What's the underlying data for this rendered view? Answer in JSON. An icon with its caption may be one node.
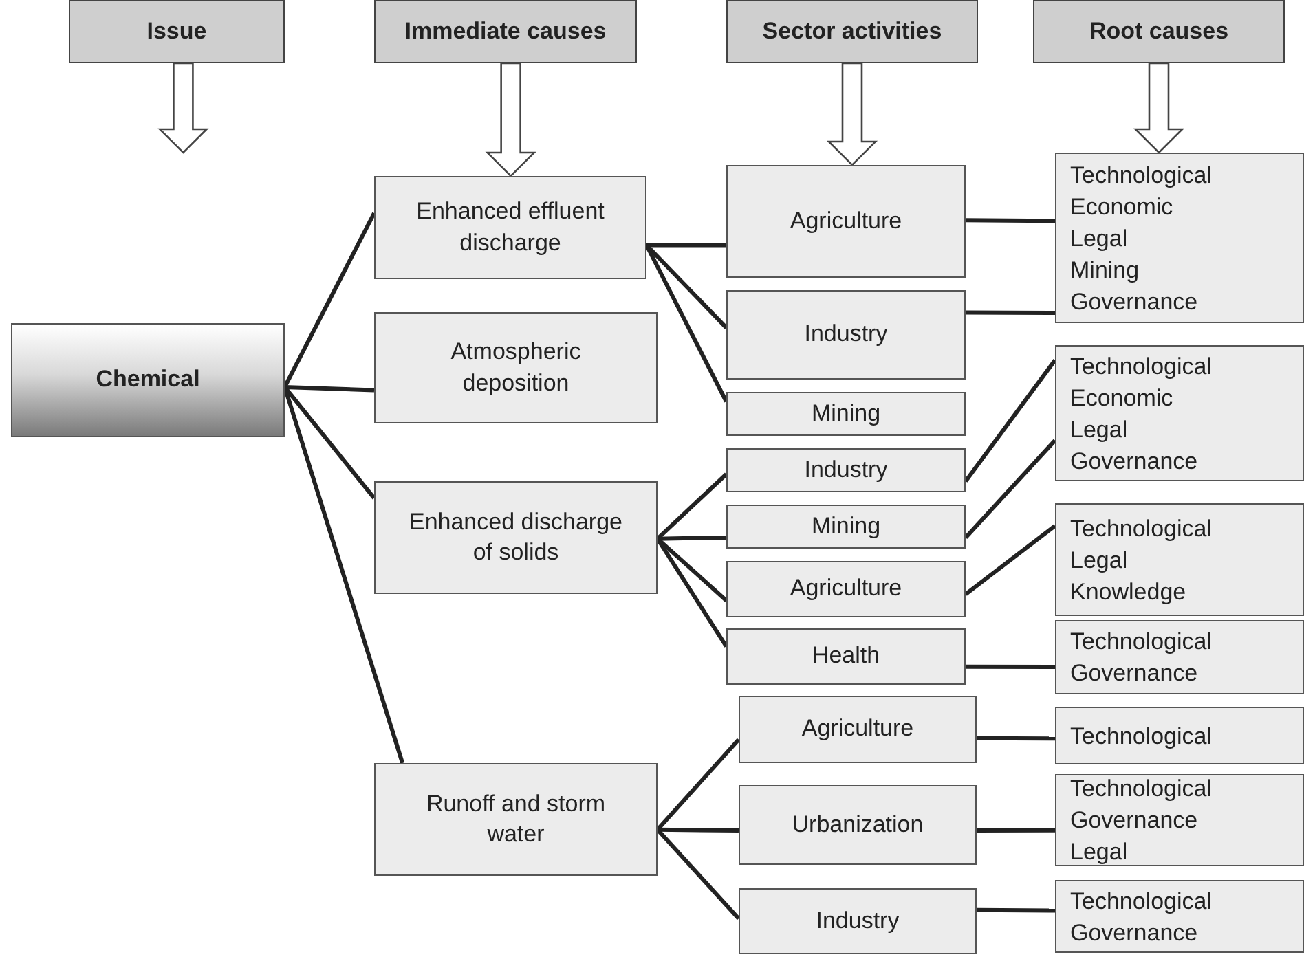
{
  "diagram": {
    "nodes": [
      {
        "text": [
          "Issue"
        ]
      },
      {
        "text": [
          "Immediate causes"
        ]
      },
      {
        "text": [
          "Sector activities"
        ]
      },
      {
        "text": [
          "Root causes"
        ]
      },
      {
        "text": [
          "Chemical"
        ]
      },
      {
        "text": [
          "Enhanced effluent discharge"
        ]
      },
      {
        "text": [
          "Atmospheric deposition"
        ]
      },
      {
        "text": [
          "Enhanced discharge of solids"
        ]
      },
      {
        "text": [
          "Runoff and storm water"
        ]
      },
      {
        "text": [
          "Agriculture"
        ]
      },
      {
        "text": [
          "Industry"
        ]
      },
      {
        "text": [
          "Mining"
        ]
      },
      {
        "text": [
          "Industry"
        ]
      },
      {
        "text": [
          "Mining"
        ]
      },
      {
        "text": [
          "Agriculture"
        ]
      },
      {
        "text": [
          "Health"
        ]
      },
      {
        "text": [
          "Agriculture"
        ]
      },
      {
        "text": [
          "Urbanization"
        ]
      },
      {
        "text": [
          "Industry"
        ]
      },
      {
        "text": [
          "Technological",
          "Economic",
          "Legal",
          "Mining",
          "Governance"
        ]
      },
      {
        "text": [
          "Technological",
          "Economic",
          "Legal",
          "Governance"
        ]
      },
      {
        "text": [
          "Technological",
          "Legal",
          "Knowledge"
        ]
      },
      {
        "text": [
          "Technological",
          "Governance"
        ]
      },
      {
        "text": [
          "Technological"
        ]
      },
      {
        "text": [
          "Technological",
          "Governance",
          "Legal"
        ]
      },
      {
        "text": [
          "Technological",
          "Governance"
        ]
      }
    ],
    "edges": [
      {
        "from": 0,
        "to": null,
        "arrow": "to"
      },
      {
        "from": 1,
        "to": 5,
        "arrow": "to"
      },
      {
        "from": 2,
        "to": 9,
        "arrow": "to"
      },
      {
        "from": 3,
        "to": 19,
        "arrow": "to"
      },
      {
        "from": 4,
        "to": 5,
        "arrow": "none"
      },
      {
        "from": 4,
        "to": 6,
        "arrow": "none"
      },
      {
        "from": 4,
        "to": 7,
        "arrow": "none"
      },
      {
        "from": 4,
        "to": 8,
        "arrow": "none"
      },
      {
        "from": 5,
        "to": 9,
        "arrow": "none"
      },
      {
        "from": 5,
        "to": 10,
        "arrow": "none"
      },
      {
        "from": 5,
        "to": 11,
        "arrow": "none"
      },
      {
        "from": 7,
        "to": 12,
        "arrow": "none"
      },
      {
        "from": 7,
        "to": 13,
        "arrow": "none"
      },
      {
        "from": 7,
        "to": 14,
        "arrow": "none"
      },
      {
        "from": 7,
        "to": 15,
        "arrow": "none"
      },
      {
        "from": 8,
        "to": 16,
        "arrow": "none"
      },
      {
        "from": 8,
        "to": 17,
        "arrow": "none"
      },
      {
        "from": 8,
        "to": 18,
        "arrow": "none"
      },
      {
        "from": 9,
        "to": 19,
        "arrow": "none"
      },
      {
        "from": 10,
        "to": 19,
        "arrow": "none"
      },
      {
        "from": 12,
        "to": 20,
        "arrow": "none"
      },
      {
        "from": 13,
        "to": 20,
        "arrow": "none"
      },
      {
        "from": 14,
        "to": 21,
        "arrow": "none"
      },
      {
        "from": 15,
        "to": 22,
        "arrow": "none"
      },
      {
        "from": 16,
        "to": 23,
        "arrow": "none"
      },
      {
        "from": 17,
        "to": 24,
        "arrow": "none"
      },
      {
        "from": 18,
        "to": 25,
        "arrow": "none"
      }
    ]
  }
}
